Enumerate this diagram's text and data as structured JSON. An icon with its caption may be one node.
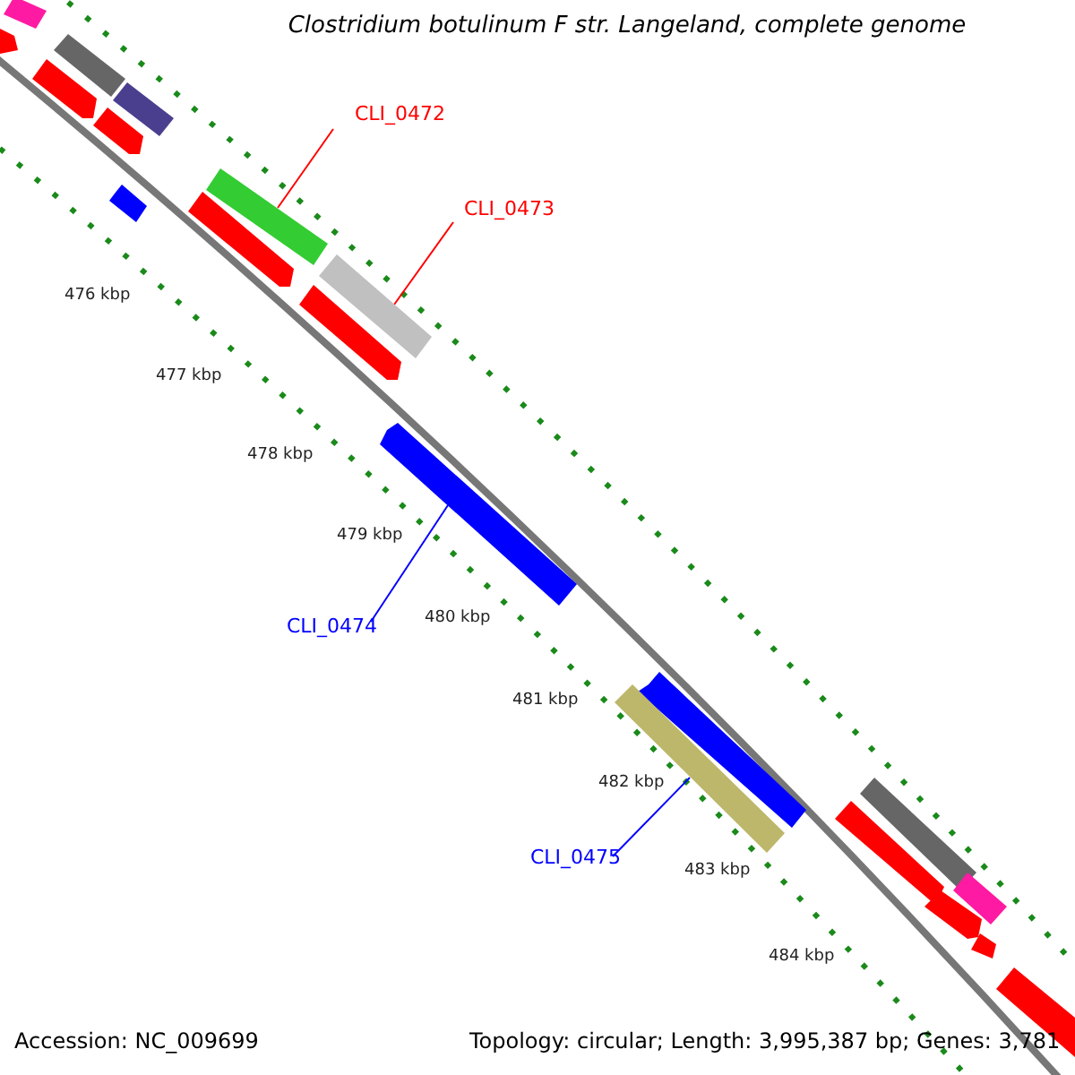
{
  "diagram": {
    "title": "Clostridium botulinum F str. Langeland, complete genome",
    "nodes": [
      {
        "text": [
          "CLI_0472"
        ]
      },
      {
        "text": [],
        "shape": "bar"
      },
      {
        "text": [
          "CLI_0473"
        ]
      },
      {
        "text": [],
        "shape": "bar"
      },
      {
        "text": [
          "CLI_0474"
        ]
      },
      {
        "text": [],
        "shape": "bar"
      },
      {
        "text": [
          "CLI_0475"
        ]
      },
      {
        "text": [],
        "shape": "bar"
      }
    ],
    "edges": [
      {
        "from": 0,
        "to": 1,
        "arrow": "none",
        "color": "#ff0000"
      },
      {
        "from": 2,
        "to": 3,
        "arrow": "none",
        "color": "#ff0000"
      },
      {
        "from": 4,
        "to": 5,
        "arrow": "none",
        "color": "#0000ff"
      },
      {
        "from": 6,
        "to": 7,
        "arrow": "none",
        "color": "#0000ff"
      }
    ],
    "labels": [
      "476 kbp",
      "477 kbp",
      "478 kbp",
      "479 kbp",
      "480 kbp",
      "481 kbp",
      "482 kbp",
      "483 kbp",
      "484 kbp",
      "Accession: NC_009699",
      "Topology: circular; Length: 3,995,387 bp; Genes: 3,781"
    ]
  }
}
